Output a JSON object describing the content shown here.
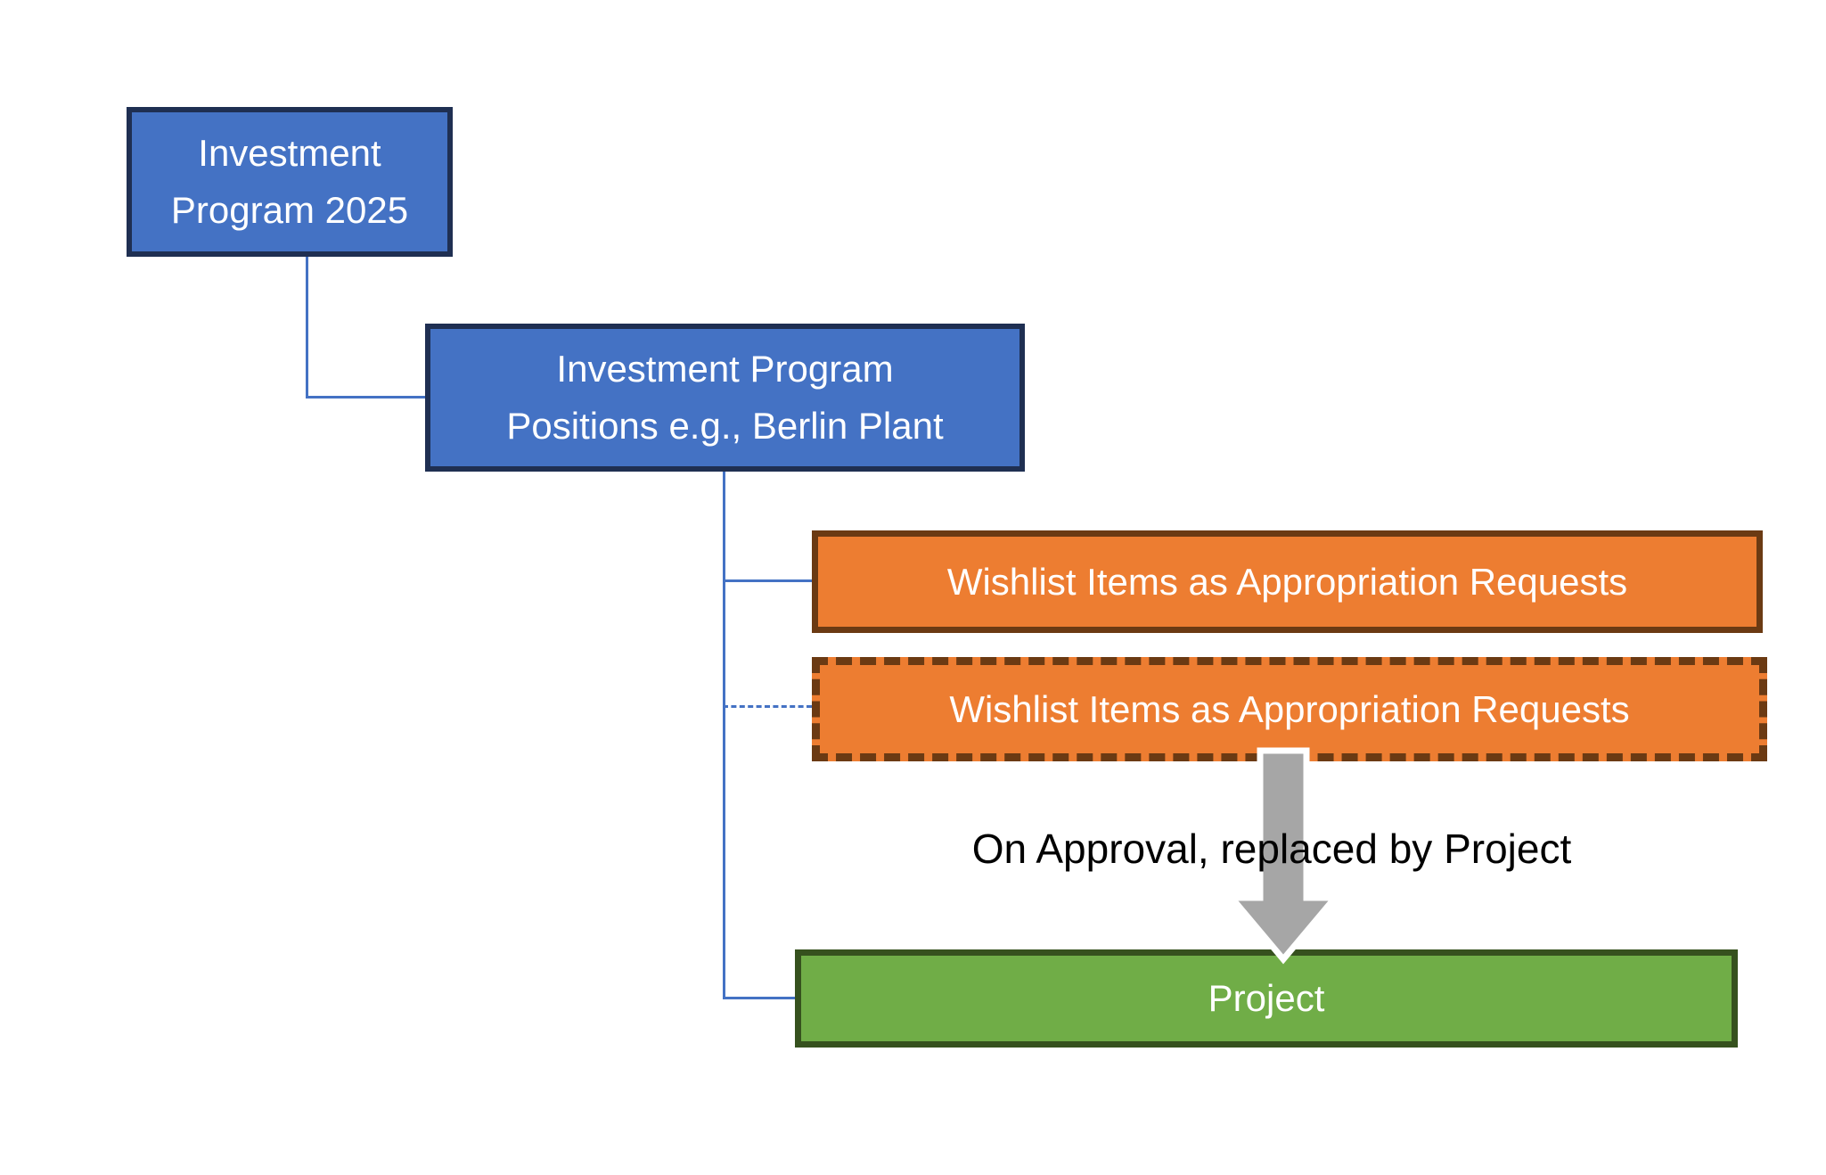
{
  "page": {
    "background": "#FFFFFF"
  },
  "diagram": {
    "nodes": {
      "program": {
        "line1": "Investment",
        "line2": "Program 2025",
        "fill": "#4472C4",
        "border_color": "#1F2F52",
        "text_color": "#FFFFFF"
      },
      "positions": {
        "line1": "Investment Program",
        "line2": "Positions e.g., Berlin Plant",
        "fill": "#4472C4",
        "border_color": "#1F2F52",
        "text_color": "#FFFFFF"
      },
      "wishlist_solid": {
        "label": "Wishlist Items as Appropriation Requests",
        "fill": "#ED7D31",
        "border_color": "#6B3A13",
        "border_style": "solid",
        "text_color": "#FFFFFF"
      },
      "wishlist_dashed": {
        "label": "Wishlist Items as Appropriation Requests",
        "fill": "#ED7D31",
        "border_color": "#6B3A13",
        "border_style": "dashed",
        "text_color": "#FFFFFF"
      },
      "project": {
        "label": "Project",
        "fill": "#70AD47",
        "border_color": "#36511E",
        "text_color": "#FFFFFF"
      }
    },
    "annotation": {
      "text": "On Approval, replaced by Project",
      "color": "#000000"
    },
    "connectors": {
      "color": "#4472C4",
      "styles": [
        "solid",
        "solid",
        "solid",
        "dashed",
        "solid"
      ]
    },
    "arrow": {
      "fill": "#A6A6A6",
      "outline": "#FFFFFF",
      "direction": "down"
    }
  }
}
